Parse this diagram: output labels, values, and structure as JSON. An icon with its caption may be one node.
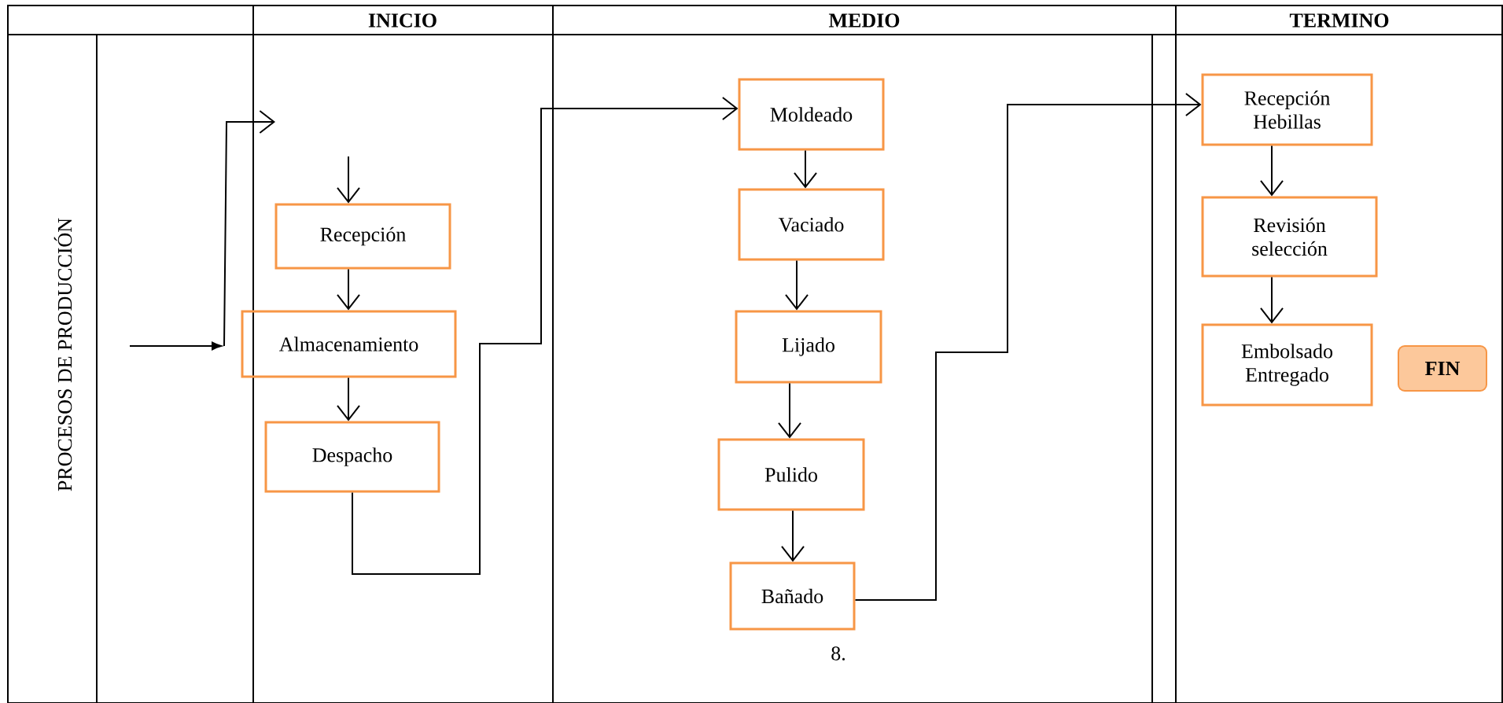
{
  "diagram": {
    "nodes": [
      {
        "text": [
          "Recepción"
        ]
      },
      {
        "text": [
          "Almacenamiento"
        ]
      },
      {
        "text": [
          "Despacho"
        ]
      },
      {
        "text": [
          "Moldeado"
        ]
      },
      {
        "text": [
          "Vaciado"
        ]
      },
      {
        "text": [
          "Lijado"
        ]
      },
      {
        "text": [
          "Pulido"
        ]
      },
      {
        "text": [
          "Bañado"
        ]
      },
      {
        "text": [
          "Recepción Hebillas"
        ]
      },
      {
        "text": [
          "Revisión selección"
        ]
      },
      {
        "text": [
          "Embolsado Entregado"
        ]
      },
      {
        "text": [
          "FIN"
        ]
      }
    ],
    "edges": [
      {
        "from": null,
        "to": 0,
        "arrow": "to"
      },
      {
        "from": 0,
        "to": 1,
        "arrow": "to"
      },
      {
        "from": 1,
        "to": 2,
        "arrow": "to"
      },
      {
        "from": 2,
        "to": 3,
        "arrow": "to"
      },
      {
        "from": 3,
        "to": 4,
        "arrow": "to"
      },
      {
        "from": 4,
        "to": 5,
        "arrow": "to"
      },
      {
        "from": 5,
        "to": 6,
        "arrow": "to"
      },
      {
        "from": 6,
        "to": 7,
        "arrow": "to"
      },
      {
        "from": 7,
        "to": 8,
        "arrow": "to"
      },
      {
        "from": 8,
        "to": 9,
        "arrow": "to"
      },
      {
        "from": 9,
        "to": 10,
        "arrow": "to"
      }
    ],
    "labels": [
      "INICIO",
      "MEDIO",
      "TERMINO",
      "PROCESOS DE PRODUCCIÓN",
      "8."
    ]
  }
}
